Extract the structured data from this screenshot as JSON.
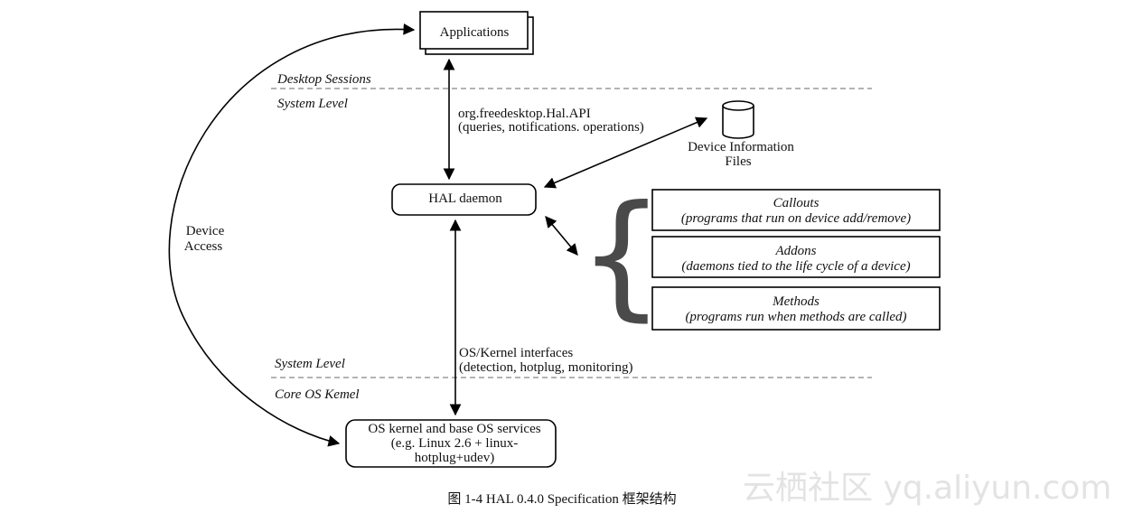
{
  "applications_label": "Applications",
  "zones": {
    "desktop_sessions": "Desktop Sessions",
    "system_level_top": "System Level",
    "system_level_bottom": "System Level",
    "core_os_kernel": "Core OS Kemel"
  },
  "api": {
    "line1": "org.freedesktop.Hal.API",
    "line2": "(queries, notifications. operations)"
  },
  "hal_daemon_label": "HAL daemon",
  "device_info": {
    "line1": "Device Information",
    "line2": "Files"
  },
  "device_access": {
    "line1": "Device",
    "line2": "Access"
  },
  "extensions": [
    {
      "title": "Callouts",
      "desc": "(programs that run on device add/remove)"
    },
    {
      "title": "Addons",
      "desc": "(daemons tied to the life cycle of a device)"
    },
    {
      "title": "Methods",
      "desc": "(programs run when methods are called)"
    }
  ],
  "kernel_interfaces": {
    "line1": "OS/Kernel interfaces",
    "line2": "(detection, hotplug, monitoring)"
  },
  "os_kernel": {
    "line1": "OS kernel and base OS services",
    "line2": "(e.g. Linux 2.6 + linux-",
    "line3": "hotplug+udev)"
  },
  "caption": "图 1-4 HAL 0.4.0 Specification 框架结构",
  "watermark": "云栖社区 yq.aliyun.com"
}
